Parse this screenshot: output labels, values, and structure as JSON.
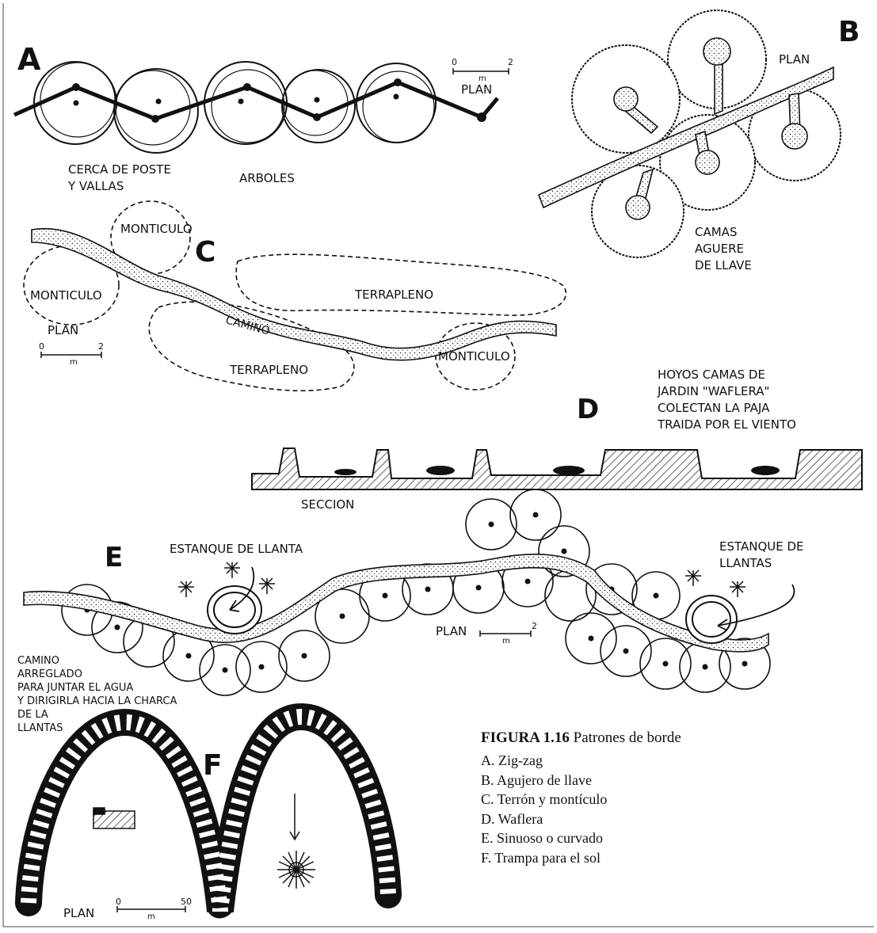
{
  "panels": {
    "a": {
      "letter": "A",
      "scale": {
        "zero": "0",
        "value": "2",
        "unit": "m"
      },
      "plan": "PLAN",
      "label_fence": [
        "CERCA DE POSTE",
        "Y VALLAS"
      ],
      "label_trees": "ARBOLES"
    },
    "b": {
      "letter": "B",
      "plan": "PLAN",
      "label": [
        "CAMAS",
        "AGUERE",
        "DE LLAVE"
      ]
    },
    "c": {
      "letter": "C",
      "mound_top": "MONTICULO",
      "mound_left": "MONTICULO",
      "mound_right": "MONTICULO",
      "bank_top": "TERRAPLENO",
      "bank_bottom": "TERRAPLENO",
      "path": "CAMINO",
      "plan": "PLAN",
      "scale": {
        "zero": "0",
        "value": "2",
        "unit": "m"
      }
    },
    "d": {
      "letter": "D",
      "note": [
        "HOYOS CAMAS DE",
        "JARDIN \"WAFLERA\"",
        "COLECTAN LA PAJA",
        "TRAIDA POR EL VIENTO"
      ],
      "section": "SECCION"
    },
    "e": {
      "letter": "E",
      "pond_left": "ESTANQUE DE LLANTA",
      "pond_right": [
        "ESTANQUE DE",
        "LLANTAS"
      ],
      "plan": "PLAN",
      "scale": {
        "value": "2",
        "unit": "m"
      },
      "path_note": [
        "CAMINO",
        "ARREGLADO",
        "PARA JUNTAR EL AGUA",
        "Y DIRIGIRLA HACIA LA CHARCA",
        "DE LA",
        "LLANTAS"
      ]
    },
    "f": {
      "letter": "F",
      "plan": "PLAN",
      "scale": {
        "zero": "0",
        "value": "50",
        "unit": "m"
      }
    }
  },
  "caption": {
    "number": "FIGURA 1.16",
    "title": "Patrones de borde",
    "items": [
      "A. Zig-zag",
      "B. Agujero de llave",
      "C. Terrón y montículo",
      "D.  Waflera",
      "E. Sinuoso o curvado",
      "F. Trampa para el sol"
    ]
  }
}
